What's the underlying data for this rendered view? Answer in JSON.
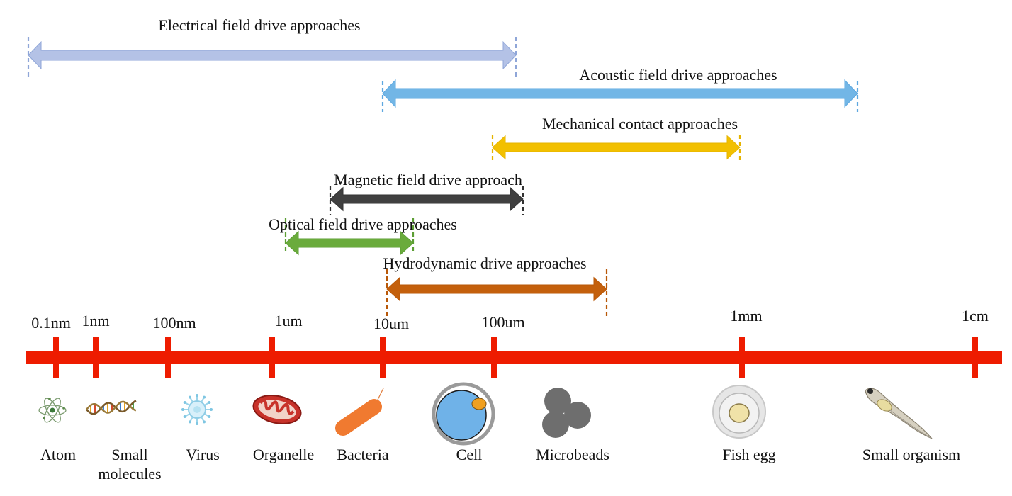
{
  "approaches": [
    {
      "key": "electrical",
      "label": "Electrical field drive approaches",
      "color": "#b4c2e6",
      "edge": "#8fa6d8"
    },
    {
      "key": "acoustic",
      "label": "Acoustic field drive approaches",
      "color": "#72b6e6",
      "edge": "#5ea8e0"
    },
    {
      "key": "mechanical",
      "label": "Mechanical contact approaches",
      "color": "#f2c000",
      "edge": "#e6b400"
    },
    {
      "key": "magnetic",
      "label": "Magnetic field drive approach",
      "color": "#404040",
      "edge": "#333333"
    },
    {
      "key": "optical",
      "label": "Optical field drive approaches",
      "color": "#6aab3c",
      "edge": "#5c9e34"
    },
    {
      "key": "hydrodynamic",
      "label": "Hydrodynamic drive approaches",
      "color": "#c4600c",
      "edge": "#b85808"
    }
  ],
  "scale": {
    "color": "#ee1c00",
    "ticks": [
      "0.1nm",
      "1nm",
      "100nm",
      "1um",
      "10um",
      "100um",
      "1mm",
      "1cm"
    ]
  },
  "objects": [
    {
      "key": "atom",
      "label": "Atom",
      "icon": "atom-icon"
    },
    {
      "key": "small-molecules",
      "label": "Small\nmolecules",
      "icon": "dna-icon"
    },
    {
      "key": "virus",
      "label": "Virus",
      "icon": "virus-icon"
    },
    {
      "key": "organelle",
      "label": "Organelle",
      "icon": "mitochondrion-icon"
    },
    {
      "key": "bacteria",
      "label": "Bacteria",
      "icon": "bacterium-icon"
    },
    {
      "key": "cell",
      "label": "Cell",
      "icon": "cell-icon"
    },
    {
      "key": "microbeads",
      "label": "Microbeads",
      "icon": "microbeads-icon"
    },
    {
      "key": "fish-egg",
      "label": "Fish egg",
      "icon": "fish-egg-icon"
    },
    {
      "key": "small-organism",
      "label": "Small organism",
      "icon": "zebrafish-larva-icon"
    }
  ]
}
